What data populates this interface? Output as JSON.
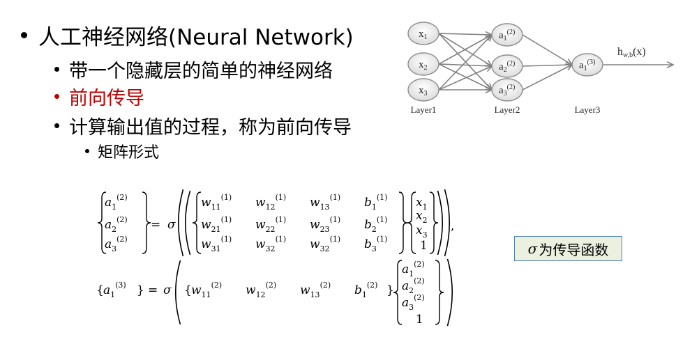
{
  "slide": {
    "bullets": [
      {
        "level": 1,
        "text": "人工神经网络(Neural Network)",
        "color": "#000000"
      },
      {
        "level": 2,
        "text": "带一个隐藏层的简单的神经网络",
        "color": "#000000"
      },
      {
        "level": 2,
        "text": "前向传导",
        "color": "#c00000"
      },
      {
        "level": 2,
        "text": "计算输出值的过程，称为前向传导",
        "color": "#000000"
      },
      {
        "level": 3,
        "text": "矩阵形式",
        "color": "#000000"
      }
    ],
    "note": {
      "symbol": "σ",
      "text": "为传导函数"
    }
  },
  "network": {
    "layers": [
      {
        "label": "Layer1",
        "nodes": [
          {
            "base": "x",
            "sub": "1"
          },
          {
            "base": "x",
            "sub": "2"
          },
          {
            "base": "x",
            "sub": "3"
          }
        ]
      },
      {
        "label": "Layer2",
        "nodes": [
          {
            "base": "a",
            "sub": "1",
            "sup": "(2)"
          },
          {
            "base": "a",
            "sub": "2",
            "sup": "(2)"
          },
          {
            "base": "a",
            "sub": "3",
            "sup": "(2)"
          }
        ]
      },
      {
        "label": "Layer3",
        "nodes": [
          {
            "base": "a",
            "sub": "1",
            "sup": "(3)"
          }
        ]
      }
    ],
    "output_label": {
      "base": "h",
      "sub": "w,b",
      "arg": "(x)"
    }
  },
  "equations": {
    "eq1": {
      "lhs": [
        {
          "base": "a",
          "sub": "1",
          "sup": "(2)"
        },
        {
          "base": "a",
          "sub": "2",
          "sup": "(2)"
        },
        {
          "base": "a",
          "sub": "3",
          "sup": "(2)"
        }
      ],
      "sigma": "σ",
      "matrix": [
        [
          {
            "base": "w",
            "sub": "11",
            "sup": "(1)"
          },
          {
            "base": "w",
            "sub": "12",
            "sup": "(1)"
          },
          {
            "base": "w",
            "sub": "13",
            "sup": "(1)"
          },
          {
            "base": "b",
            "sub": "1",
            "sup": "(1)"
          }
        ],
        [
          {
            "base": "w",
            "sub": "21",
            "sup": "(1)"
          },
          {
            "base": "w",
            "sub": "22",
            "sup": "(1)"
          },
          {
            "base": "w",
            "sub": "23",
            "sup": "(1)"
          },
          {
            "base": "b",
            "sub": "2",
            "sup": "(1)"
          }
        ],
        [
          {
            "base": "w",
            "sub": "31",
            "sup": "(1)"
          },
          {
            "base": "w",
            "sub": "32",
            "sup": "(1)"
          },
          {
            "base": "w",
            "sub": "32",
            "sup": "(1)"
          },
          {
            "base": "b",
            "sub": "3",
            "sup": "(1)"
          }
        ]
      ],
      "vector": [
        {
          "base": "x",
          "sub": "1"
        },
        {
          "base": "x",
          "sub": "2"
        },
        {
          "base": "x",
          "sub": "3"
        },
        {
          "base": "1"
        }
      ],
      "trailing": ","
    },
    "eq2": {
      "lhs": [
        {
          "base": "a",
          "sub": "1",
          "sup": "(3)"
        }
      ],
      "sigma": "σ",
      "matrix": [
        [
          {
            "base": "w",
            "sub": "11",
            "sup": "(2)"
          },
          {
            "base": "w",
            "sub": "12",
            "sup": "(2)"
          },
          {
            "base": "w",
            "sub": "13",
            "sup": "(2)"
          },
          {
            "base": "b",
            "sub": "1",
            "sup": "(2)"
          }
        ]
      ],
      "vector": [
        {
          "base": "a",
          "sub": "1",
          "sup": "(2)"
        },
        {
          "base": "a",
          "sub": "2",
          "sup": "(2)"
        },
        {
          "base": "a",
          "sub": "3",
          "sup": "(2)"
        },
        {
          "base": "1"
        }
      ]
    }
  }
}
